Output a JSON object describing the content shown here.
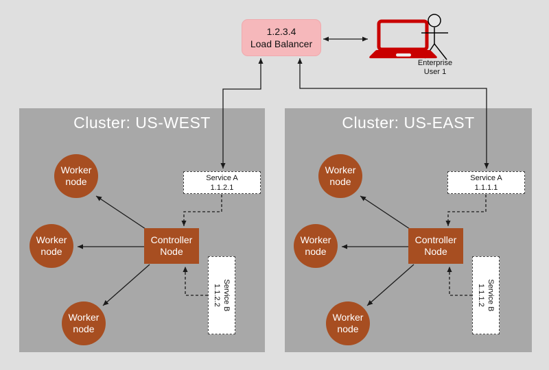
{
  "load_balancer": {
    "line1": "1.2.3.4",
    "line2": "Load Balancer"
  },
  "enterprise_user": {
    "line1": "Enterprise",
    "line2": "User 1"
  },
  "clusters": [
    {
      "title": "Cluster: US-WEST",
      "service_a": {
        "line1": "Service A",
        "line2": "1.1.2.1"
      },
      "service_b": {
        "line1": "Service B",
        "line2": "1.1.2.2"
      },
      "controller": {
        "line1": "Controller",
        "line2": "Node"
      },
      "workers": [
        {
          "line1": "Worker",
          "line2": "node"
        },
        {
          "line1": "Worker",
          "line2": "node"
        },
        {
          "line1": "Worker",
          "line2": "node"
        }
      ]
    },
    {
      "title": "Cluster: US-EAST",
      "service_a": {
        "line1": "Service A",
        "line2": "1.1.1.1"
      },
      "service_b": {
        "line1": "Service B",
        "line2": "1.1.1.2"
      },
      "controller": {
        "line1": "Controller",
        "line2": "Node"
      },
      "workers": [
        {
          "line1": "Worker",
          "line2": "node"
        },
        {
          "line1": "Worker",
          "line2": "node"
        },
        {
          "line1": "Worker",
          "line2": "node"
        }
      ]
    }
  ],
  "icons": {
    "laptop": "laptop-icon",
    "user": "enterprise-user-icon"
  },
  "colors": {
    "background": "#dfdfdf",
    "cluster_fill": "#a8a8a8",
    "node_fill": "#a74e21",
    "load_balancer_fill": "#f6b8bb",
    "laptop_red": "#c90000",
    "service_box_fill": "#ffffff",
    "arrow": "#1a1a1a",
    "cluster_title_text": "#ffffff",
    "node_text": "#ffffff"
  }
}
